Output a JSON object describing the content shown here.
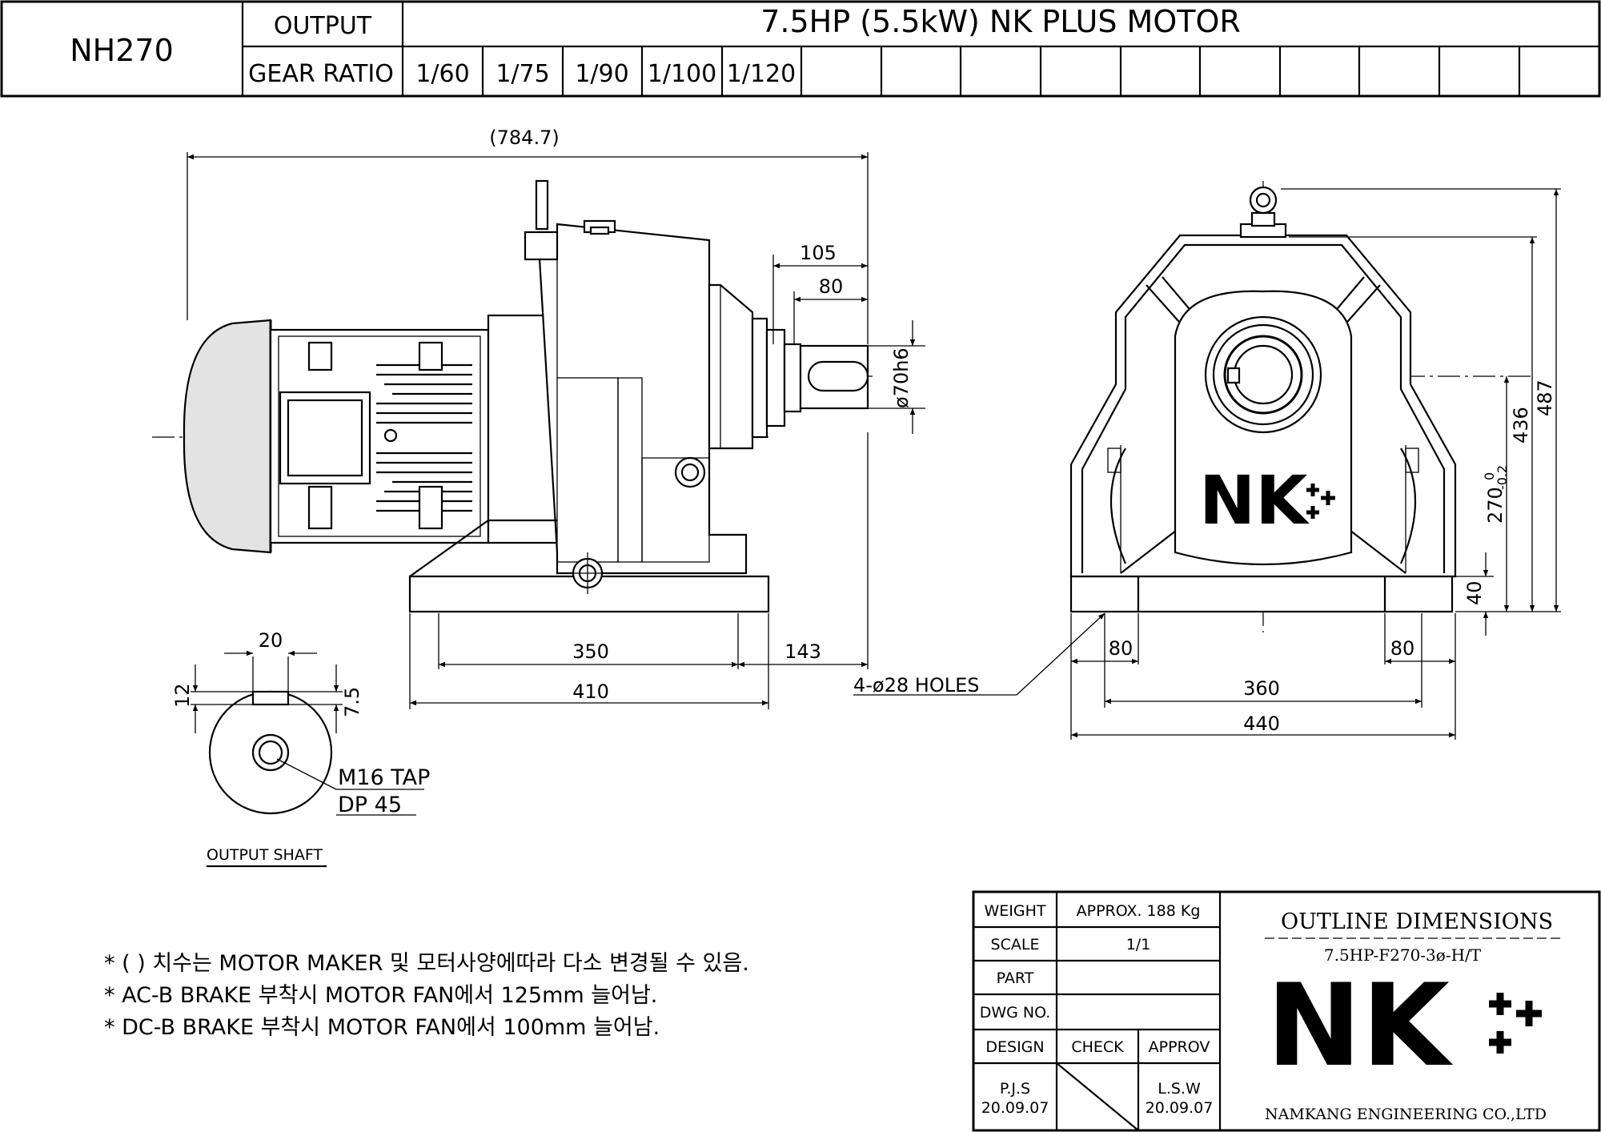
{
  "header": {
    "model": "NH270",
    "output_label": "OUTPUT",
    "output_value": "7.5HP (5.5kW) NK PLUS MOTOR",
    "gear_ratio_label": "GEAR RATIO",
    "gear_ratios": [
      "1/60",
      "1/75",
      "1/90",
      "1/100",
      "1/120",
      "",
      "",
      "",
      "",
      "",
      "",
      "",
      "",
      "",
      ""
    ]
  },
  "side_view": {
    "overall_length": "(784.7)",
    "shaft_len_outer": "105",
    "shaft_len_inner": "80",
    "shaft_dia": "ø70h6",
    "base_inner": "350",
    "base_outer": "410",
    "shaft_from_base": "143"
  },
  "front_view": {
    "height_total": "487",
    "height_shaft_flange": "436",
    "center_height": "270",
    "center_tol_upper": "0",
    "center_tol_lower": "-0.2",
    "foot_height": "40",
    "foot_left": "80",
    "foot_right": "80",
    "hole_span": "360",
    "base_width": "440",
    "holes_note": "4-ø28 HOLES",
    "logo_text": "NK"
  },
  "output_shaft": {
    "key_width": "20",
    "key_depth": "12",
    "key_height": "7.5",
    "tap_line1": "M16 TAP",
    "tap_line2": "DP 45",
    "caption": "OUTPUT SHAFT"
  },
  "notes": [
    "* (   ) 치수는 MOTOR MAKER 및 모터사양에따라 다소 변경될 수 있음.",
    "* AC-B BRAKE 부착시 MOTOR FAN에서 125mm 늘어남.",
    "* DC-B BRAKE 부착시 MOTOR FAN에서 100mm 늘어남."
  ],
  "title_block": {
    "weight_label": "WEIGHT",
    "weight_value": "APPROX. 188 Kg",
    "scale_label": "SCALE",
    "scale_value": "1/1",
    "part_label": "PART",
    "part_value": "",
    "dwg_label": "DWG NO.",
    "dwg_value": "",
    "design_label": "DESIGN",
    "check_label": "CHECK",
    "approv_label": "APPROV",
    "design_name": "P.J.S",
    "design_date": "20.09.07",
    "approv_name": "L.S.W",
    "approv_date": "20.09.07",
    "title": "OUTLINE DIMENSIONS",
    "model_code": "7.5HP-F270-3ø-H/T",
    "logo_text": "NK",
    "company": "NAMKANG ENGINEERING CO.,LTD"
  }
}
